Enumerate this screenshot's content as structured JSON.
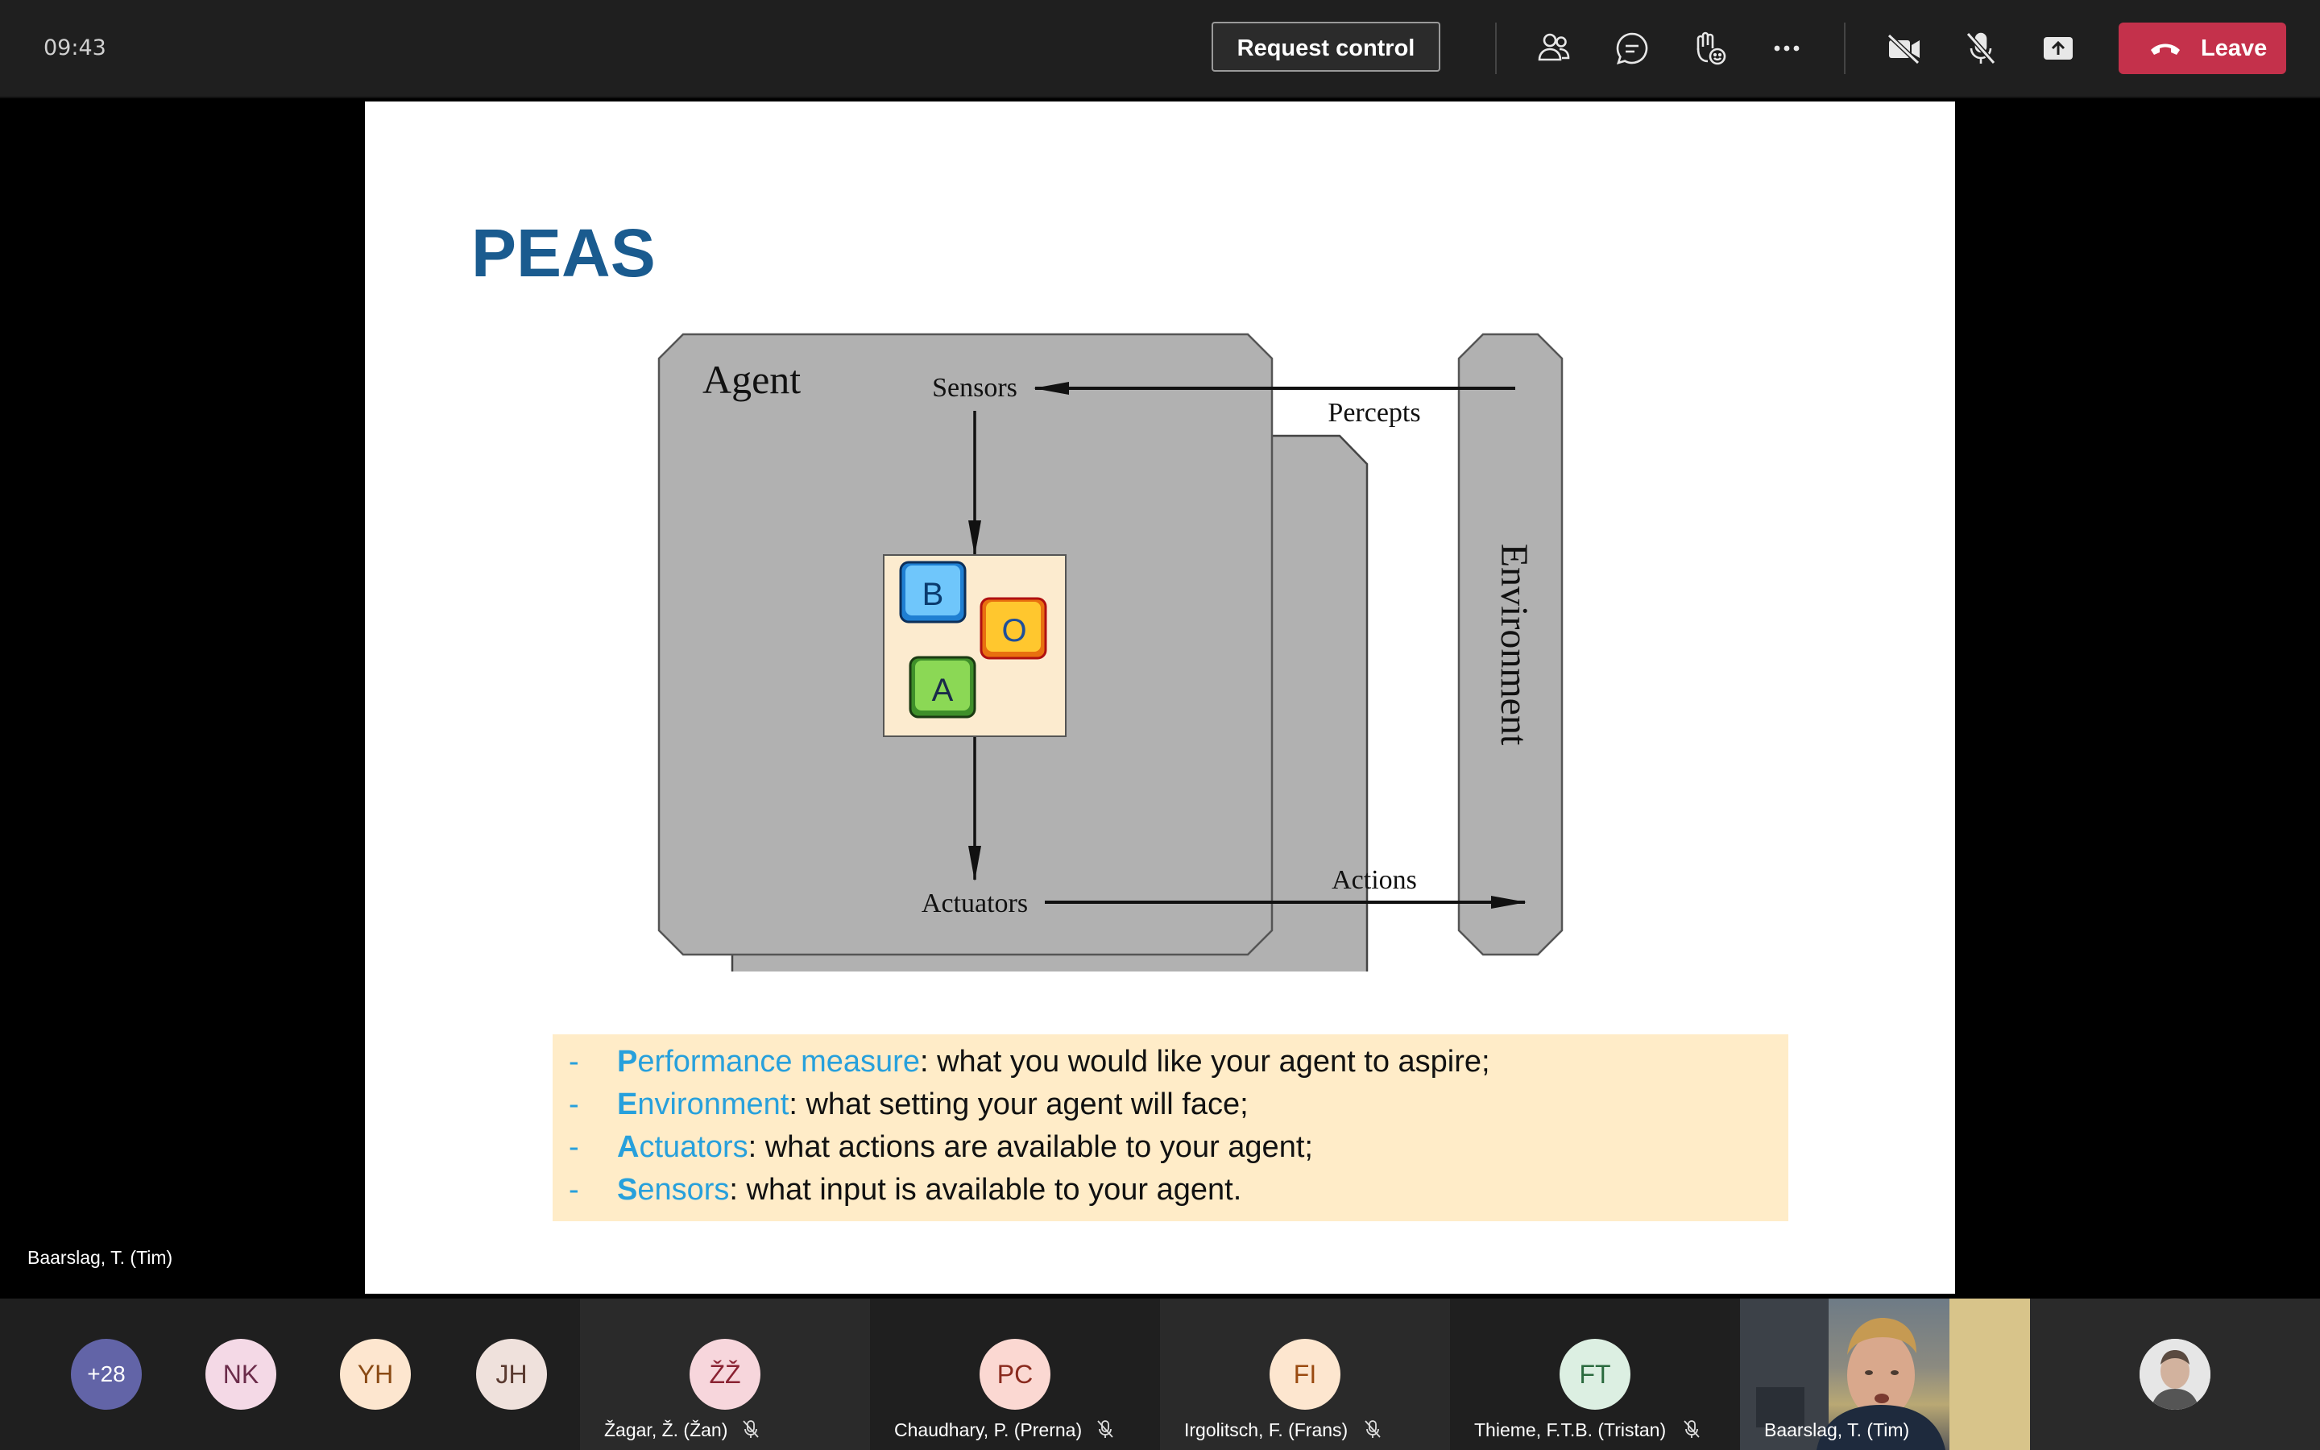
{
  "topbar": {
    "clock": "09:43",
    "request_control_label": "Request control",
    "leave_label": "Leave",
    "icons": [
      "people-icon",
      "chat-icon",
      "reactions-icon",
      "more-icon",
      "camera-off-icon",
      "mic-off-icon",
      "share-tray-icon",
      "phone-hangup-icon"
    ]
  },
  "slide": {
    "title": "PEAS",
    "diagram": {
      "agent_label": "Agent",
      "sensors_label": "Sensors",
      "actuators_label": "Actuators",
      "percepts_label": "Percepts",
      "actions_label": "Actions",
      "environment_label": "Environment",
      "boa_blocks": [
        "B",
        "O",
        "A"
      ]
    },
    "bullets": [
      {
        "dash": "-",
        "initial": "P",
        "keyword_rest": "erformance measure",
        "text": ": what you would like your agent to aspire;"
      },
      {
        "dash": "-",
        "initial": "E",
        "keyword_rest": "nvironment",
        "text": ": what setting your agent will face;"
      },
      {
        "dash": "-",
        "initial": "A",
        "keyword_rest": "ctuators",
        "text": ": what actions are available to your agent;"
      },
      {
        "dash": "-",
        "initial": "S",
        "keyword_rest": "ensors",
        "text": ": what input is available to your agent."
      }
    ]
  },
  "presenter_label": "Baarslag, T. (Tim)",
  "participants": {
    "overflow": "+28",
    "small_avatars": [
      {
        "initials": "NK",
        "bg": "#f4d9e6",
        "fg": "#6b2c4a"
      },
      {
        "initials": "YH",
        "bg": "#fde6cf",
        "fg": "#8a4a14"
      },
      {
        "initials": "JH",
        "bg": "#efe1dc",
        "fg": "#5a3a30"
      }
    ],
    "tiles": [
      {
        "initials": "ŽŽ",
        "name": "Žagar, Ž. (Žan)",
        "bg": "#f7d6dc",
        "fg": "#8a2232"
      },
      {
        "initials": "PC",
        "name": "Chaudhary, P. (Prerna)",
        "bg": "#fbd8d2",
        "fg": "#8a2a1e"
      },
      {
        "initials": "FI",
        "name": "Irgolitsch, F. (Frans)",
        "bg": "#fde6cf",
        "fg": "#9a4a10"
      },
      {
        "initials": "FT",
        "name": "Thieme, F.T.B. (Tristan)",
        "bg": "#dcefe2",
        "fg": "#2a6a3e"
      }
    ],
    "video_name": "Baarslag, T. (Tim)"
  },
  "colors": {
    "accent_blue": "#27a0dc",
    "title_blue": "#1a5b8f",
    "leave_red": "#c4314b",
    "bullet_bg": "#ffecc8",
    "overflow_purple": "#6264a7"
  }
}
